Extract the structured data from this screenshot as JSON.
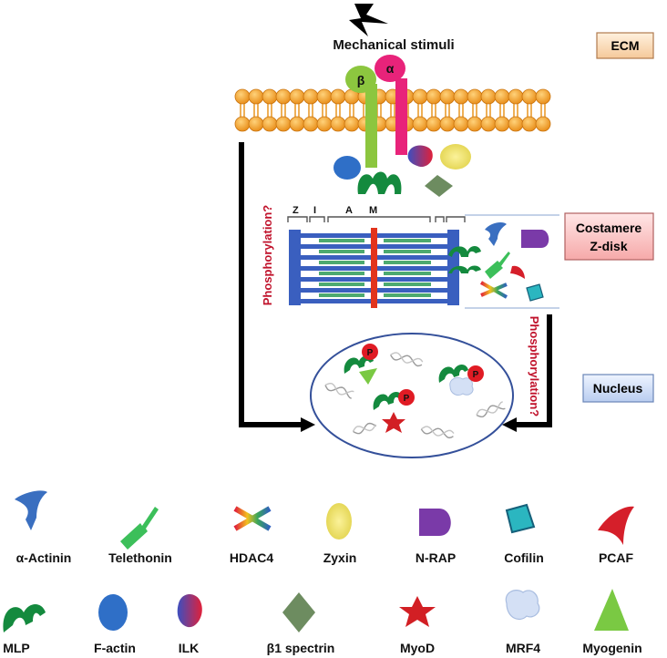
{
  "stimulus": {
    "label": "Mechanical stimuli"
  },
  "integrins": {
    "beta": "β",
    "alpha": "α"
  },
  "compartments": {
    "ecm": "ECM",
    "costamere_line1": "Costamere",
    "costamere_line2": "Z-disk",
    "nucleus": "Nucleus"
  },
  "sarcomere": {
    "z": "Z",
    "i": "I",
    "a": "A",
    "m": "M"
  },
  "phosphorylation_left": "Phosphorylation?",
  "phosphorylation_right": "Phosphorylation?",
  "p_badge": "P",
  "legend": [
    {
      "label": "α-Actinin",
      "icon": "alpha-actinin-icon"
    },
    {
      "label": "Telethonin",
      "icon": "telethonin-icon"
    },
    {
      "label": "HDAC4",
      "icon": "hdac4-icon"
    },
    {
      "label": "Zyxin",
      "icon": "zyxin-icon"
    },
    {
      "label": "N-RAP",
      "icon": "n-rap-icon"
    },
    {
      "label": "Cofilin",
      "icon": "cofilin-icon"
    },
    {
      "label": "PCAF",
      "icon": "pcaf-icon"
    },
    {
      "label": "MLP",
      "icon": "mlp-icon"
    },
    {
      "label": "F-actin",
      "icon": "f-actin-icon"
    },
    {
      "label": "ILK",
      "icon": "ilk-icon"
    },
    {
      "label": "β1 spectrin",
      "icon": "beta1-spectrin-icon"
    },
    {
      "label": "MyoD",
      "icon": "myod-icon"
    },
    {
      "label": "MRF4",
      "icon": "mrf4-icon"
    },
    {
      "label": "Myogenin",
      "icon": "myogenin-icon"
    }
  ],
  "colors": {
    "membrane": "#f5a02a",
    "integrin_beta": "#8cc63f",
    "integrin_alpha": "#e8237a",
    "sarcomere_blue": "#3a5fbf",
    "thin_filament_green": "#4daa70",
    "m_line_red": "#e2341d",
    "arrow": "#000000",
    "label_red": "#c0122b"
  }
}
